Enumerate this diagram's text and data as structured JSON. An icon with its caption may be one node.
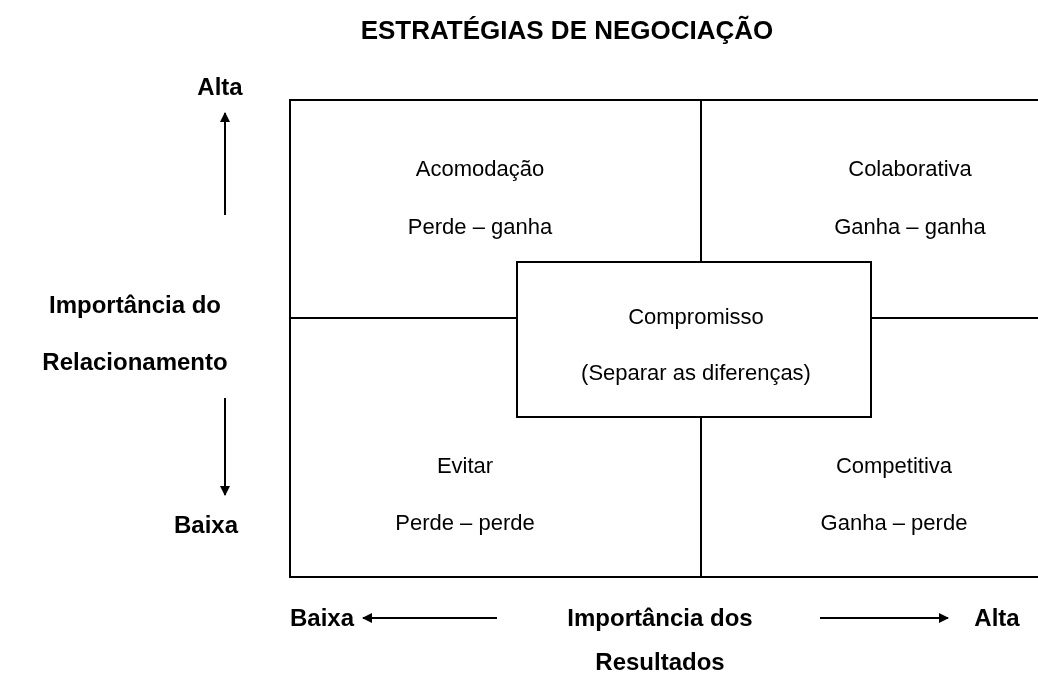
{
  "diagram": {
    "title": "ESTRATÉGIAS DE NEGOCIAÇÃO",
    "nodes": [
      {
        "text": [
          "Acomodação",
          "Perde – ganha"
        ]
      },
      {
        "text": [
          "Colaborativa",
          "Ganha – ganha"
        ]
      },
      {
        "text": [
          "Evitar",
          "Perde – perde"
        ]
      },
      {
        "text": [
          "Competitiva",
          "Ganha – perde"
        ]
      },
      {
        "text": [
          "Compromisso",
          "(Separar as diferenças)"
        ]
      }
    ],
    "labels": [
      "Alta",
      "Importância do Relacionamento",
      "Baixa",
      "Baixa",
      "Importância dos Resultados",
      "Alta"
    ]
  }
}
